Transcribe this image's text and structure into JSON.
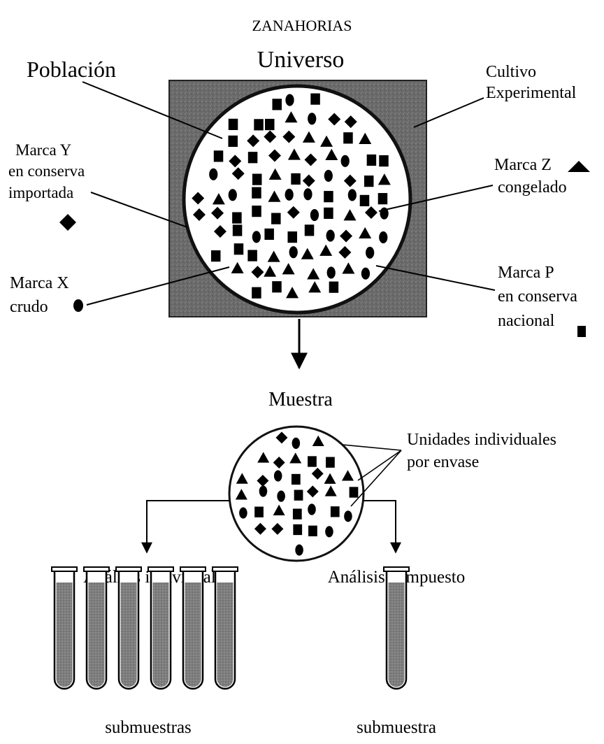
{
  "title": "ZANAHORIAS",
  "universe_label": "Universo",
  "population_label": "Población",
  "experimental": [
    "Cultivo",
    "Experimental"
  ],
  "brand_y": [
    "Marca Y",
    "en conserva",
    "importada"
  ],
  "brand_z": [
    "Marca Z",
    "congelado"
  ],
  "brand_x": [
    "Marca X",
    "crudo"
  ],
  "brand_p": [
    "Marca P",
    "en conserva",
    "nacional"
  ],
  "sample_label": "Muestra",
  "units_label": [
    "Unidades individuales",
    "por envase"
  ],
  "individual_analysis": "Análisis individual",
  "composite_analysis": "Análisis compuesto",
  "subsamples_label": "submuestras",
  "subsample_label": "submuestra",
  "legend_shapes": {
    "brand_y": "diamond",
    "brand_z": "triangle",
    "brand_x": "oval",
    "brand_p": "square"
  },
  "individual_tube_count": 6,
  "composite_tube_count": 1
}
